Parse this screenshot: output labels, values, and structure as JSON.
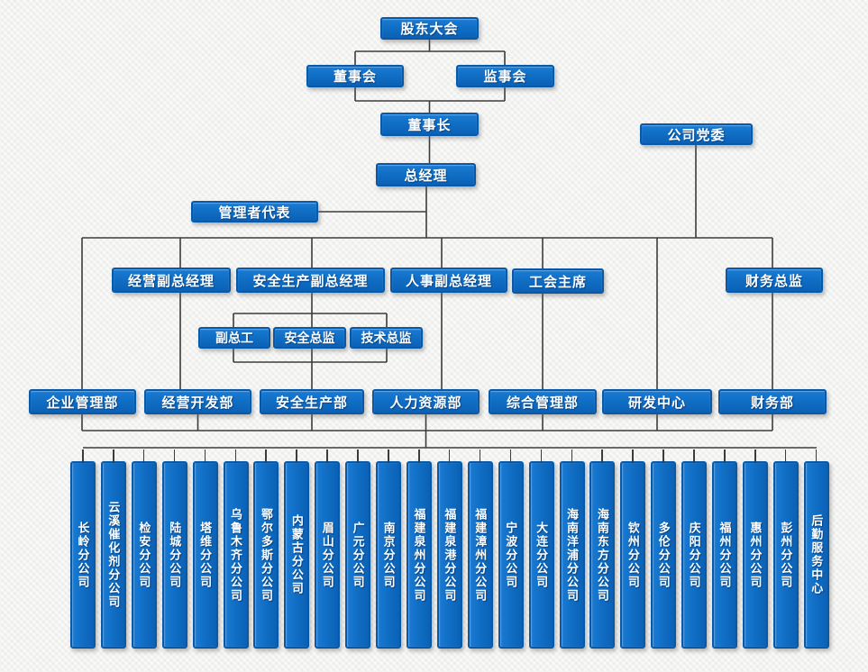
{
  "org": {
    "top": {
      "shareholders": "股东大会",
      "board": "董事会",
      "supervisory": "监事会",
      "chairman": "董事长",
      "party_committee": "公司党委",
      "general_manager": "总经理",
      "management_rep": "管理者代表"
    },
    "executives": {
      "operations_deputy_gm": "经营副总经理",
      "safety_deputy_gm": "安全生产副总经理",
      "hr_deputy_gm": "人事副总经理",
      "union_chairman": "工会主席",
      "finance_director": "财务总监"
    },
    "specialists": {
      "deputy_chief_engineer": "副总工",
      "safety_director": "安全总监",
      "technical_director": "技术总监"
    },
    "departments": [
      "企业管理部",
      "经营开发部",
      "安全生产部",
      "人力资源部",
      "综合管理部",
      "研发中心",
      "财务部"
    ],
    "branches": [
      "长岭分公司",
      "云溪催化剂分公司",
      "检安分公司",
      "陆城分公司",
      "塔维分公司",
      "乌鲁木齐分公司",
      "鄂尔多斯分公司",
      "内蒙古分公司",
      "眉山分公司",
      "广元分公司",
      "南京分公司",
      "福建泉州分公司",
      "福建泉港分公司",
      "福建漳州分公司",
      "宁波分公司",
      "大连分公司",
      "海南洋浦分公司",
      "海南东方分公司",
      "钦州分公司",
      "多伦分公司",
      "庆阳分公司",
      "福州分公司",
      "惠州分公司",
      "彭州分公司",
      "后勤服务中心"
    ]
  },
  "colors": {
    "box_fill": "#106fc5",
    "box_border": "#0a58a8",
    "connector_line": "#3c3c3c",
    "box_text": "#ffffff",
    "background": "#f3f3f1"
  }
}
